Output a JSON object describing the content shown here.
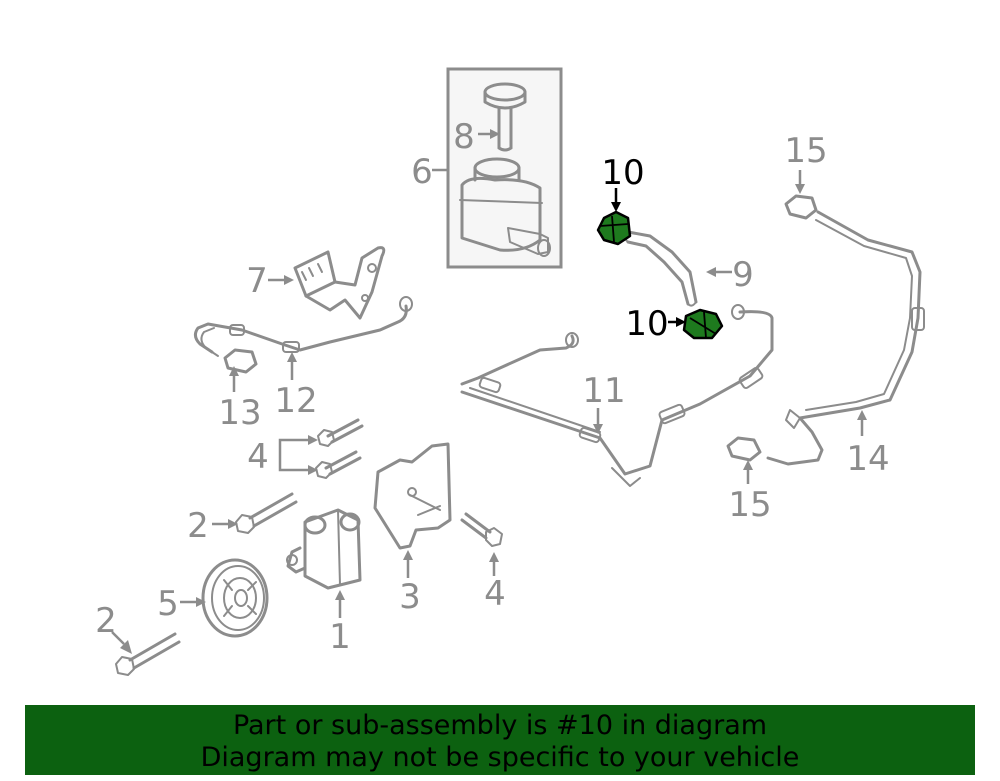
{
  "callouts": {
    "c1": "1",
    "c2a": "2",
    "c2b": "2",
    "c3": "3",
    "c4a": "4",
    "c4b": "4",
    "c5": "5",
    "c6": "6",
    "c7": "7",
    "c8": "8",
    "c9": "9",
    "c10a": "10",
    "c10b": "10",
    "c11": "11",
    "c12": "12",
    "c13": "13",
    "c14": "14",
    "c15a": "15",
    "c15b": "15"
  },
  "banner": {
    "line1": "Part or sub-assembly is #10 in diagram",
    "line2": "Diagram may not be specific to your vehicle"
  },
  "colors": {
    "highlight": "#1e7a1e",
    "banner_bg": "#0c6110",
    "part_stroke": "#8c8c8c"
  }
}
